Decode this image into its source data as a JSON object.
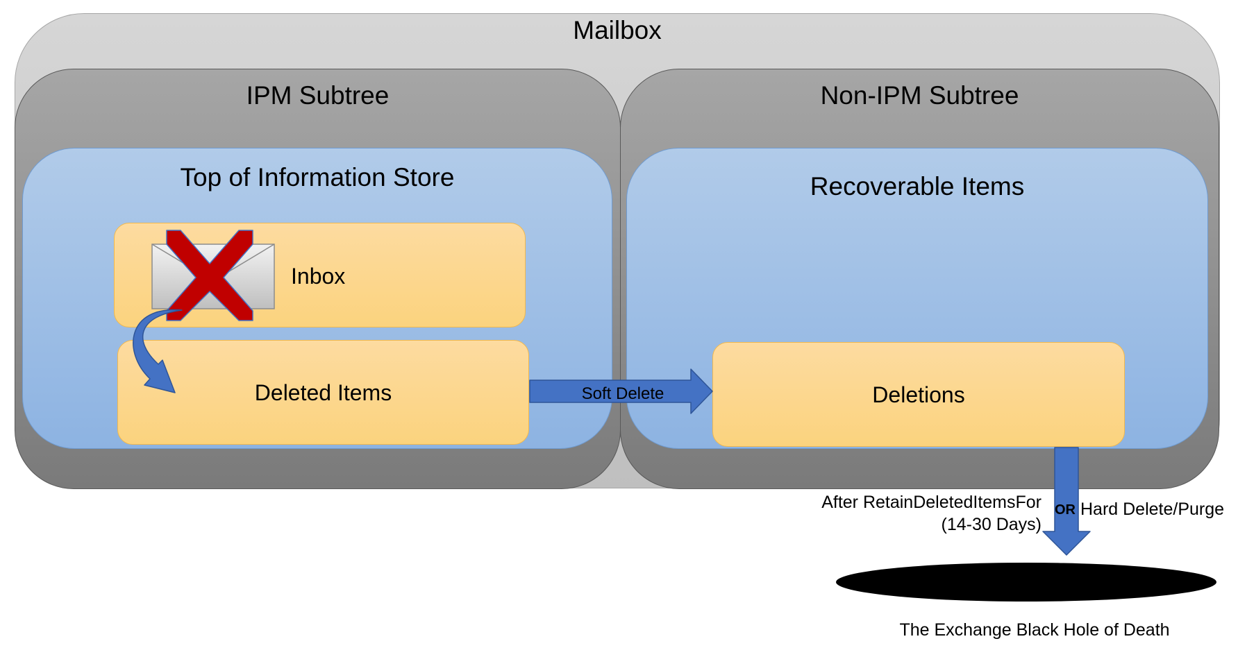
{
  "mailbox": {
    "title": "Mailbox"
  },
  "ipm_subtree": {
    "title": "IPM Subtree",
    "top_of_store": {
      "title": "Top of Information Store",
      "inbox_label": "Inbox",
      "deleted_items_label": "Deleted Items"
    }
  },
  "non_ipm_subtree": {
    "title": "Non-IPM Subtree",
    "recoverable_items": {
      "title": "Recoverable Items",
      "deletions_label": "Deletions"
    }
  },
  "soft_delete": {
    "label": "Soft Delete"
  },
  "purge": {
    "after_line1": "After RetainDeletedItemsFor",
    "after_line2": "(14-30 Days)",
    "or_label": "OR",
    "hard_label": "Hard Delete/Purge"
  },
  "black_hole": {
    "label": "The Exchange Black Hole of Death"
  },
  "colors": {
    "mailbox_fill": "#d0d0d0",
    "subtree_fill": "#8c8c8c",
    "blue_fill": "#a6c1e6",
    "folder_fill": "#fcd68b",
    "arrow_fill": "#4472c4",
    "delete_mark": "#c00000"
  },
  "icons": [
    "envelope-icon",
    "delete-x-icon"
  ]
}
